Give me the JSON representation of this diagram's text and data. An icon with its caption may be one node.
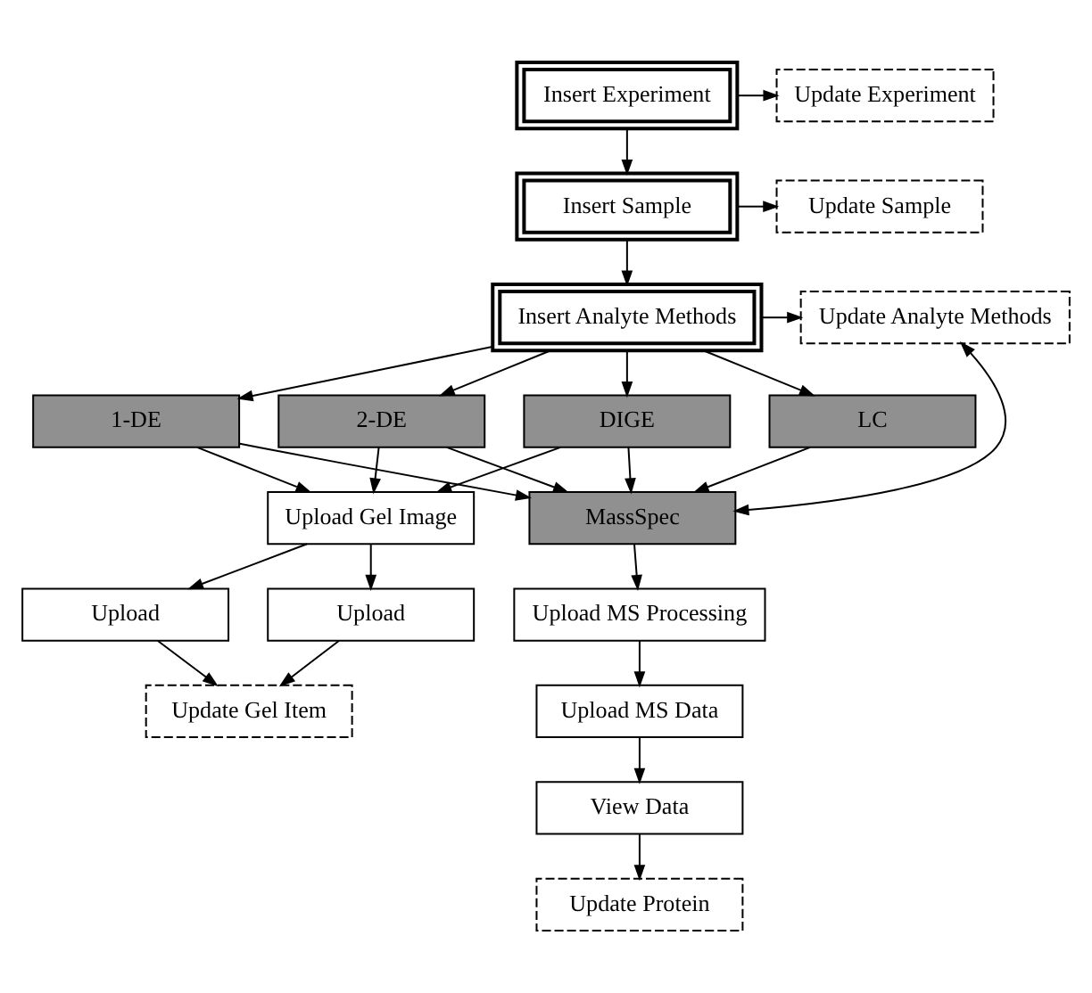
{
  "diagram": {
    "nodes": [
      {
        "text": [
          "Insert Experiment"
        ]
      },
      {
        "text": [
          "Update Experiment"
        ]
      },
      {
        "text": [
          "Insert Sample"
        ]
      },
      {
        "text": [
          "Update Sample"
        ]
      },
      {
        "text": [
          "Insert Analyte Methods"
        ]
      },
      {
        "text": [
          "Update Analyte Methods"
        ]
      },
      {
        "text": [
          "1-DE"
        ]
      },
      {
        "text": [
          "2-DE"
        ]
      },
      {
        "text": [
          "DIGE"
        ]
      },
      {
        "text": [
          "LC"
        ]
      },
      {
        "text": [
          "Upload Gel Image"
        ]
      },
      {
        "text": [
          "MassSpec"
        ]
      },
      {
        "text": [
          "Upload"
        ]
      },
      {
        "text": [
          "Upload"
        ]
      },
      {
        "text": [
          "Update Gel Item"
        ]
      },
      {
        "text": [
          "Upload MS Processing"
        ]
      },
      {
        "text": [
          "Upload MS Data"
        ]
      },
      {
        "text": [
          "View Data"
        ]
      },
      {
        "text": [
          "Update Protein"
        ]
      }
    ],
    "edges": [
      {
        "from": 0,
        "to": 1,
        "arrow": "to"
      },
      {
        "from": 0,
        "to": 2,
        "arrow": "to"
      },
      {
        "from": 2,
        "to": 3,
        "arrow": "to"
      },
      {
        "from": 2,
        "to": 4,
        "arrow": "to"
      },
      {
        "from": 4,
        "to": 5,
        "arrow": "to"
      },
      {
        "from": 4,
        "to": 6,
        "arrow": "to"
      },
      {
        "from": 4,
        "to": 7,
        "arrow": "to"
      },
      {
        "from": 4,
        "to": 8,
        "arrow": "to"
      },
      {
        "from": 4,
        "to": 9,
        "arrow": "to"
      },
      {
        "from": 5,
        "to": 11,
        "arrow": "both"
      },
      {
        "from": 6,
        "to": 10,
        "arrow": "to"
      },
      {
        "from": 7,
        "to": 10,
        "arrow": "to"
      },
      {
        "from": 8,
        "to": 10,
        "arrow": "to"
      },
      {
        "from": 6,
        "to": 11,
        "arrow": "to"
      },
      {
        "from": 7,
        "to": 11,
        "arrow": "to"
      },
      {
        "from": 8,
        "to": 11,
        "arrow": "to"
      },
      {
        "from": 9,
        "to": 11,
        "arrow": "to"
      },
      {
        "from": 10,
        "to": 12,
        "arrow": "to"
      },
      {
        "from": 10,
        "to": 13,
        "arrow": "to"
      },
      {
        "from": 12,
        "to": 14,
        "arrow": "to"
      },
      {
        "from": 13,
        "to": 14,
        "arrow": "to"
      },
      {
        "from": 11,
        "to": 15,
        "arrow": "to"
      },
      {
        "from": 15,
        "to": 16,
        "arrow": "to"
      },
      {
        "from": 16,
        "to": 17,
        "arrow": "to"
      },
      {
        "from": 17,
        "to": 18,
        "arrow": "to"
      }
    ]
  }
}
